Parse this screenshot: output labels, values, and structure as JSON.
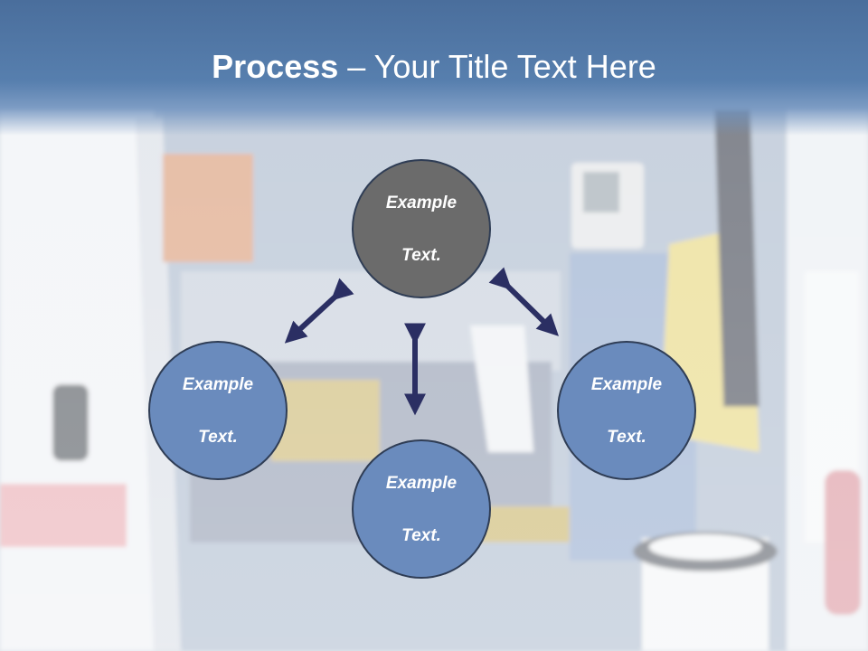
{
  "slide": {
    "title_bold": "Process",
    "title_rest": " – Your Title Text Here"
  },
  "nodes": {
    "top": {
      "line1": "Example",
      "line2": "Text."
    },
    "left": {
      "line1": "Example",
      "line2": "Text."
    },
    "right": {
      "line1": "Example",
      "line2": "Text."
    },
    "bottom": {
      "line1": "Example",
      "line2": "Text."
    }
  },
  "colors": {
    "title_band": "#4a6e9c",
    "center_node": "#6b6b6b",
    "outer_node": "#6a8bbd",
    "arrow": "#2b2f63"
  }
}
